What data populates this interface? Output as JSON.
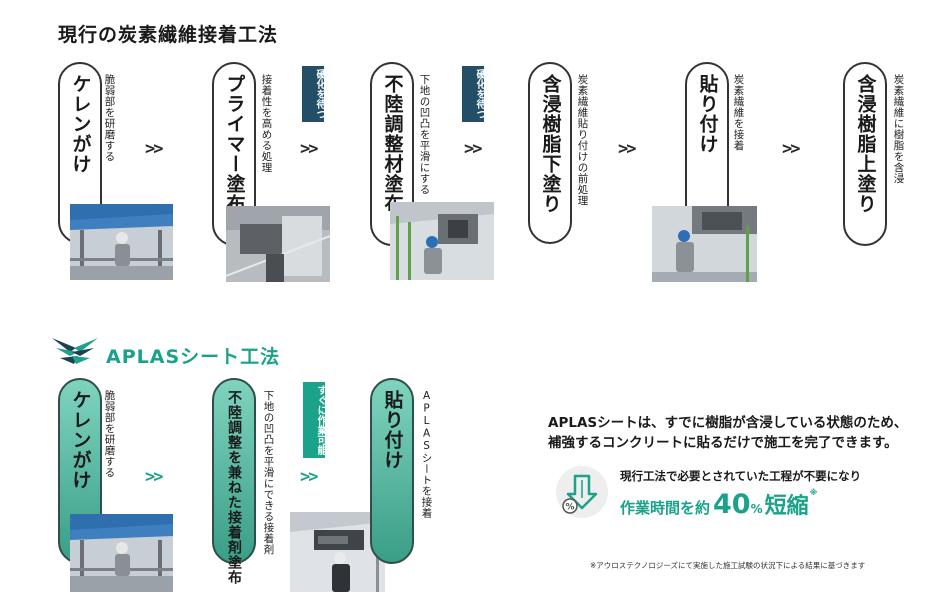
{
  "sections": {
    "current": {
      "title": "現行の炭素繊維接着工法"
    },
    "aplas": {
      "title": "APLASシート工法"
    }
  },
  "current_steps": [
    {
      "label": "ケレンがけ",
      "desc": "脆弱部を研磨する"
    },
    {
      "label": "プライマー塗布",
      "desc": "接着性を高める処理"
    },
    {
      "label": "不陸調整材塗布",
      "desc": "下地の凹凸を平滑にする"
    },
    {
      "label": "含浸樹脂下塗り",
      "desc": "炭素繊維貼り付けの前処理"
    },
    {
      "label": "貼り付け",
      "desc": "炭素繊維を接着"
    },
    {
      "label": "含浸樹脂上塗り",
      "desc": "炭素繊維に樹脂を含浸"
    }
  ],
  "current_badges": [
    "硬化を待つ",
    "硬化を待つ"
  ],
  "aplas_steps": [
    {
      "label": "ケレンがけ",
      "desc": "脆弱部を研磨する"
    },
    {
      "label": "不陸調整を兼ねた接着剤塗布",
      "desc": "下地の凹凸を平滑にできる接着剤"
    },
    {
      "label": "貼り付け",
      "desc": "APLASシートを接着"
    }
  ],
  "aplas_badge": "すぐに作業可能",
  "arrow_glyph": ">>",
  "summary": {
    "statement_line1": "APLASシートは、すでに樹脂が含浸している状態のため、",
    "statement_line2": "補強するコンクリートに貼るだけで施工を完了できます。",
    "result_line": "現行工法で必要とされていた工程が不要になり",
    "result_big_prefix": "作業時間を約",
    "result_big_num": "40",
    "result_big_unit": "%",
    "result_big_suffix": "短縮",
    "result_mark": "※",
    "footnote": "※アウロステクノロジーズにて実施した施工試験の状況下による結果に基づきます"
  },
  "colors": {
    "teal": "#1aa28a",
    "navy": "#234e68",
    "pill_teal_top": "#7fd3bf",
    "pill_teal_bottom": "#3a9e86"
  },
  "icons": {
    "logo": "aplas-wing-logo",
    "result": "down-arrow-percent-icon"
  }
}
